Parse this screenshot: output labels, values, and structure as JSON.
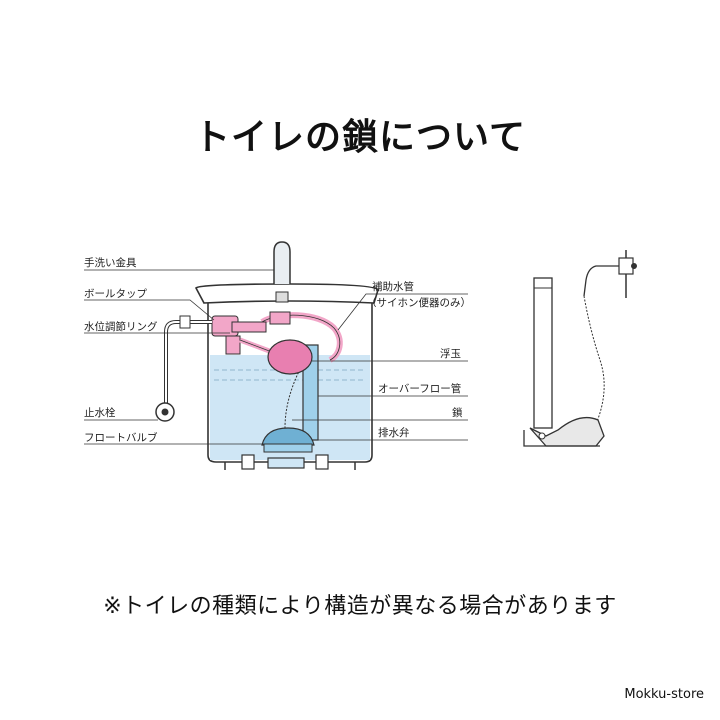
{
  "title": "トイレの鎖について",
  "labels_left": {
    "faucet": "手洗い金具",
    "ball_tap": "ボールタップ",
    "level_ring": "水位調節リング",
    "stop_valve": "止水栓",
    "float_valve": "フロートバルブ"
  },
  "labels_right": {
    "aux_pipe": "補助水管",
    "aux_pipe_note": "（サイホン便器のみ）",
    "float_ball": "浮玉",
    "overflow_pipe": "オーバーフロー管",
    "chain": "鎖",
    "drain_valve": "排水弁"
  },
  "note": "※トイレの種類により構造が異なる場合があります",
  "brand": "Mokku-store",
  "colors": {
    "water": "#cfe6f5",
    "overflow": "#9fd0ea",
    "pink_parts": "#f2a6c8",
    "line": "#333333"
  }
}
